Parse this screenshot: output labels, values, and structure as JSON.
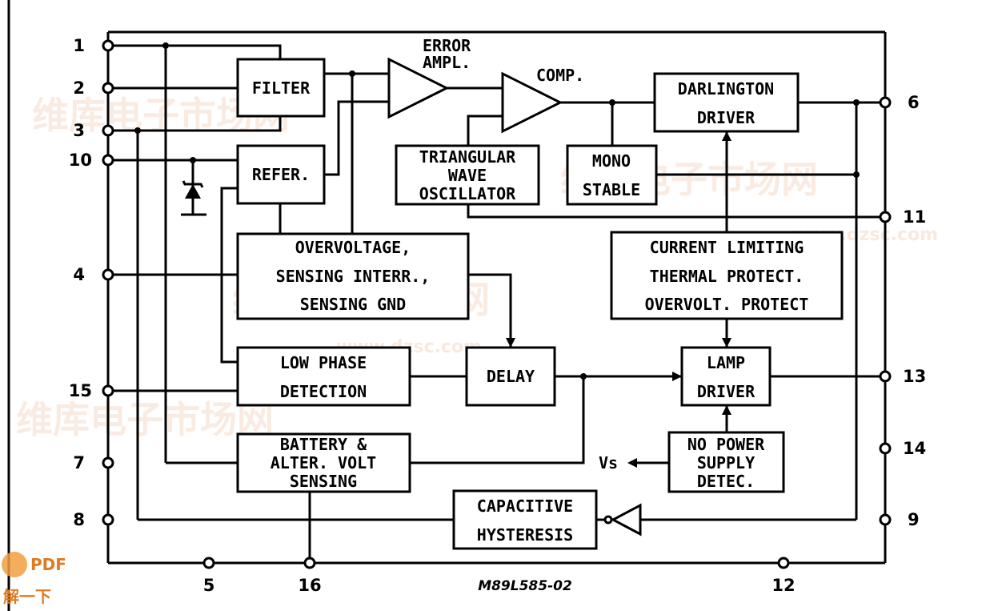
{
  "diagram": {
    "blocks": {
      "filter": [
        "FILTER"
      ],
      "error_ampl": [
        "ERROR",
        "AMPL."
      ],
      "comp": [
        "COMP."
      ],
      "darlington": [
        "DARLINGTON",
        "DRIVER"
      ],
      "refer": [
        "REFER."
      ],
      "triangular": [
        "TRIANGULAR",
        "WAVE",
        "OSCILLATOR"
      ],
      "mono": [
        "MONO",
        "STABLE"
      ],
      "overvoltage": [
        "OVERVOLTAGE,",
        "SENSING INTERR.,",
        "SENSING GND"
      ],
      "current": [
        "CURRENT LIMITING",
        "THERMAL PROTECT.",
        "OVERVOLT. PROTECT"
      ],
      "low_phase": [
        "LOW PHASE",
        "DETECTION"
      ],
      "delay": [
        "DELAY"
      ],
      "lamp": [
        "LAMP",
        "DRIVER"
      ],
      "battery": [
        "BATTERY &",
        "ALTER. VOLT",
        "SENSING"
      ],
      "no_power": [
        "NO POWER",
        "SUPPLY",
        "DETEC."
      ],
      "capacitive": [
        "CAPACITIVE",
        "HYSTERESIS"
      ]
    },
    "vs_label": "Vs",
    "pins": {
      "p1": "1",
      "p2": "2",
      "p3": "3",
      "p10": "10",
      "p4": "4",
      "p15": "15",
      "p7": "7",
      "p8": "8",
      "p6": "6",
      "p11": "11",
      "p13": "13",
      "p14": "14",
      "p9": "9",
      "p5": "5",
      "p16": "16",
      "p12": "12"
    },
    "figure_code": "M89L585-02"
  },
  "watermark": {
    "chinese": "维库电子市场网",
    "url": "www.dzsc.com",
    "pdf_badge": "PDF",
    "pdf_sub": "解一下"
  }
}
